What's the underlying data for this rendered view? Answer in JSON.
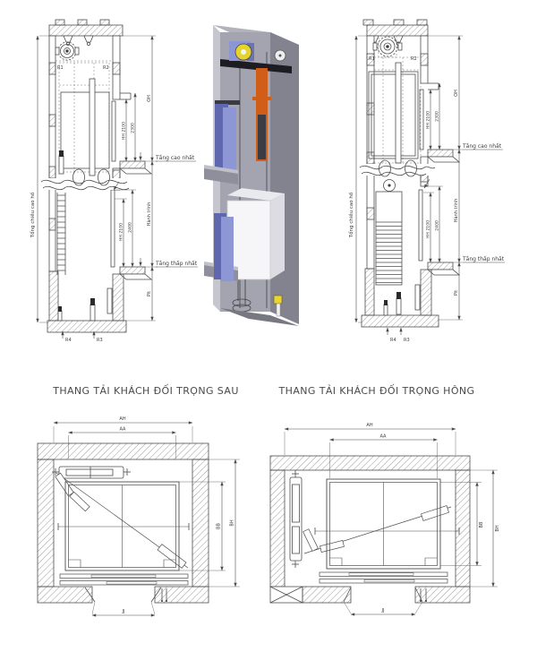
{
  "titles": {
    "plan_left": "THANG TẢI KHÁCH ĐỐI TRỌNG SAU",
    "plan_right": "THANG TẢI KHÁCH ĐỐI TRỌNG HÔNG"
  },
  "labels": {
    "r1": "R1",
    "r2": "R2",
    "r3": "R3",
    "r4": "R4",
    "oh": "OH",
    "pit": "Pit",
    "hh_2100": "HH 2100",
    "dim_2300": "2300",
    "dim_2400": "2400",
    "travel": "Hành trình",
    "total_height": "Tổng chiều cao hố",
    "top_floor": "Tầng cao nhất",
    "bottom_floor": "Tầng thấp nhất"
  },
  "plan_dims": {
    "ah": "AH",
    "aa": "AA",
    "bb": "BB",
    "bh": "BH",
    "jj": "JJ"
  },
  "colors": {
    "wall_back": "#a4a4b0",
    "wall_right": "#83838f",
    "wall_left": "#c6c6ce",
    "wall_top": "#b2b2bc",
    "beam": "#1c1c22",
    "motor": "#8c96d2",
    "motor_dark": "#6b74b0",
    "sheave_yellow": "#e6d42e",
    "pulley_white": "#ededf2",
    "cw_frame_orange": "#d05d18",
    "cw_weight": "#3c3c44",
    "door_blue_dark": "#5f68ae",
    "door_blue_light": "#8d97d6",
    "slab_gray": "#8f8f9b",
    "slab_top": "#c0c0c8",
    "car_front": "#f6f6f8",
    "car_side": "#dcdce2",
    "car_top": "#e9e9ee",
    "pit_floor": "#787882",
    "buffer_yellow": "#e8d52f"
  }
}
